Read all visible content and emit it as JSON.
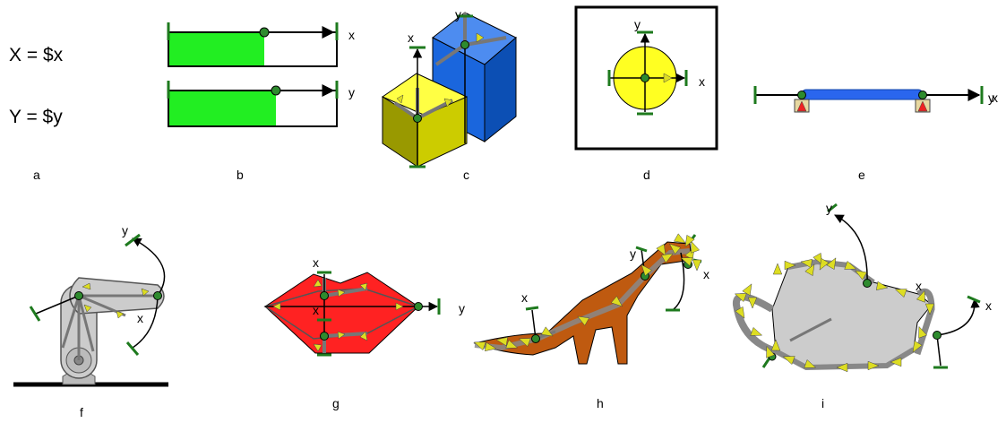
{
  "equations": {
    "x_eq": "X = $x",
    "y_eq": "Y = $y"
  },
  "panel_labels": [
    "a",
    "b",
    "c",
    "d",
    "e",
    "f",
    "g",
    "h",
    "i"
  ],
  "axis_labels": {
    "x": "x",
    "y": "y"
  },
  "colors": {
    "handle_green": "#1e7a1e",
    "bar_fill": "#22ee22",
    "cube_blue": "#1a66dd",
    "cube_yellow": "#dddd11",
    "circle_yellow": "#ffff22",
    "slider_blue": "#2a66ee",
    "shape_red": "#ff2222",
    "dino_brown": "#bf5a10",
    "teapot_gray": "#cccccc",
    "arrow_yellow": "#dddd22"
  }
}
